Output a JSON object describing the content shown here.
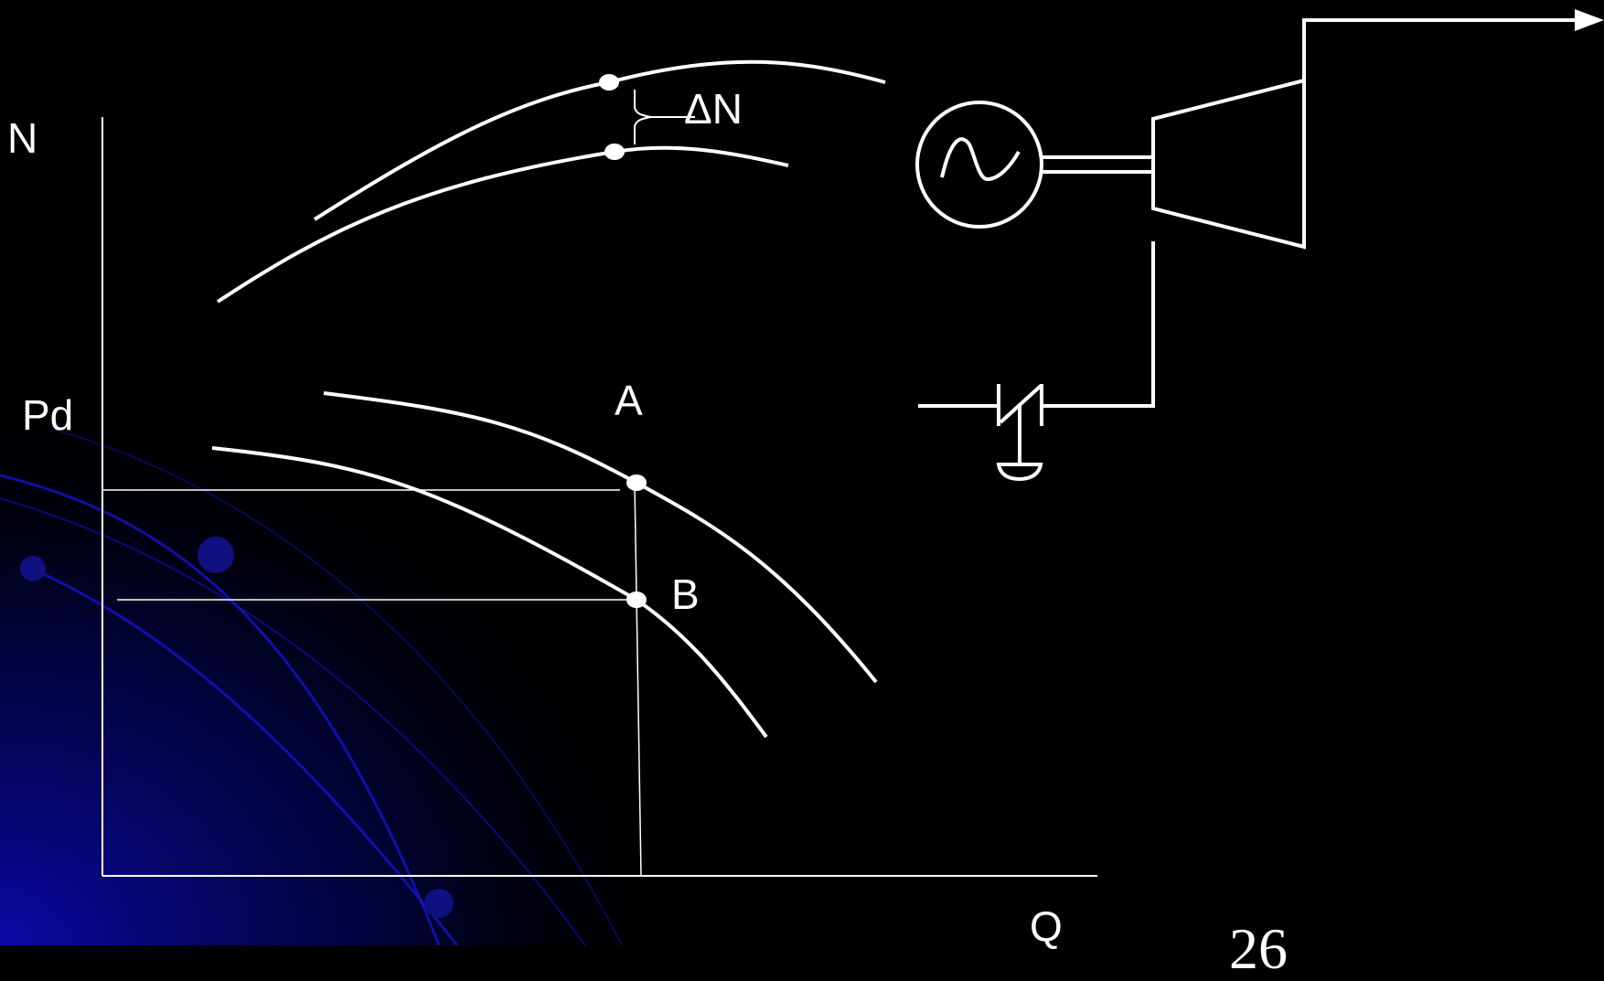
{
  "labels": {
    "n_axis": "N",
    "pd_axis": "Pd",
    "q_axis": "Q",
    "point_a": "A",
    "point_b": "B",
    "delta_n": "ΔN",
    "page_number": "26"
  },
  "colors": {
    "background": "#000000",
    "line": "#ffffff",
    "decor_blue": "#0a0a9a"
  },
  "icons": {
    "generator": "generator-ac-icon",
    "turbine": "turbine-icon",
    "valve": "valve-icon",
    "flow_arrow": "arrow-right-icon"
  }
}
